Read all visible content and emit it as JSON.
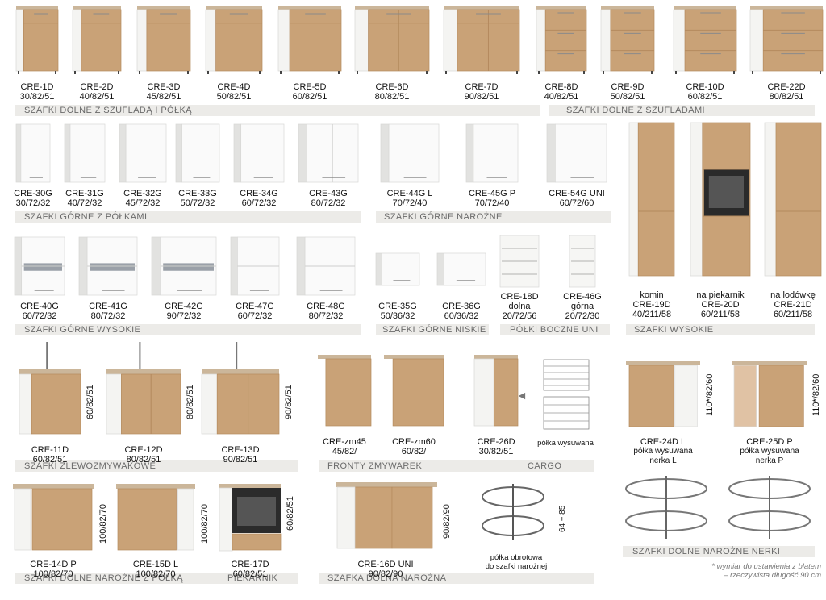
{
  "rows": {
    "r1": [
      {
        "code": "CRE-1D",
        "dims": "30/82/51"
      },
      {
        "code": "CRE-2D",
        "dims": "40/82/51"
      },
      {
        "code": "CRE-3D",
        "dims": "45/82/51"
      },
      {
        "code": "CRE-4D",
        "dims": "50/82/51"
      },
      {
        "code": "CRE-5D",
        "dims": "60/82/51"
      },
      {
        "code": "CRE-6D",
        "dims": "80/82/51"
      },
      {
        "code": "CRE-7D",
        "dims": "90/82/51"
      },
      {
        "code": "CRE-8D",
        "dims": "40/82/51"
      },
      {
        "code": "CRE-9D",
        "dims": "50/82/51"
      },
      {
        "code": "CRE-10D",
        "dims": "60/82/51"
      },
      {
        "code": "CRE-22D",
        "dims": "80/82/51"
      }
    ],
    "r2": [
      {
        "code": "CRE-30G",
        "dims": "30/72/32"
      },
      {
        "code": "CRE-31G",
        "dims": "40/72/32"
      },
      {
        "code": "CRE-32G",
        "dims": "45/72/32"
      },
      {
        "code": "CRE-33G",
        "dims": "50/72/32"
      },
      {
        "code": "CRE-34G",
        "dims": "60/72/32"
      },
      {
        "code": "CRE-43G",
        "dims": "80/72/32"
      },
      {
        "code": "CRE-44G L",
        "dims": "70/72/40"
      },
      {
        "code": "CRE-45G P",
        "dims": "70/72/40"
      },
      {
        "code": "CRE-54G UNI",
        "dims": "60/72/60"
      }
    ],
    "r3": [
      {
        "code": "CRE-40G",
        "dims": "60/72/32"
      },
      {
        "code": "CRE-41G",
        "dims": "80/72/32"
      },
      {
        "code": "CRE-42G",
        "dims": "90/72/32"
      },
      {
        "code": "CRE-47G",
        "dims": "60/72/32"
      },
      {
        "code": "CRE-48G",
        "dims": "80/72/32"
      },
      {
        "code": "CRE-35G",
        "dims": "50/36/32"
      },
      {
        "code": "CRE-36G",
        "dims": "60/36/32"
      }
    ],
    "shelves": [
      {
        "code": "CRE-18D",
        "sub": "dolna",
        "dims": "20/72/56"
      },
      {
        "code": "CRE-46G",
        "sub": "górna",
        "dims": "20/72/30"
      }
    ],
    "tall": [
      {
        "note": "komin",
        "code": "CRE-19D",
        "dims": "40/211/58"
      },
      {
        "note": "na piekarnik",
        "code": "CRE-20D",
        "dims": "60/211/58"
      },
      {
        "note": "na lodówkę",
        "code": "CRE-21D",
        "dims": "60/211/58"
      }
    ],
    "sinks": [
      {
        "code": "CRE-11D",
        "dims": "60/82/51"
      },
      {
        "code": "CRE-12D",
        "dims": "80/82/51"
      },
      {
        "code": "CRE-13D",
        "dims": "90/82/51"
      }
    ],
    "dish": [
      {
        "code": "CRE-zm45",
        "dims": "45/82/"
      },
      {
        "code": "CRE-zm60",
        "dims": "60/82/"
      },
      {
        "code": "CRE-26D",
        "dims": "30/82/51"
      }
    ],
    "cargo_note": "półka wysuwana",
    "corner_big": [
      {
        "code": "CRE-24D L",
        "dims": "110*/82/60",
        "note1": "półka wysuwana",
        "note2": "nerka L"
      },
      {
        "code": "CRE-25D P",
        "dims": "110*/82/60",
        "note1": "półka wysuwana",
        "note2": "nerka P"
      }
    ],
    "bottom": [
      {
        "code": "CRE-14D P",
        "dims": "100/82/70"
      },
      {
        "code": "CRE-15D L",
        "dims": "100/82/70"
      },
      {
        "code": "CRE-17D",
        "dims": "60/82/51"
      }
    ],
    "corner16": {
      "code": "CRE-16D UNI",
      "dims": "90/82/90"
    },
    "carousel": {
      "dim": "64 ÷ 85",
      "note1": "półka obrotowa",
      "note2": "do szafki narożnej"
    }
  },
  "bands": {
    "b1": "SZAFKI DOLNE Z SZUFLADĄ I PÓŁKĄ",
    "b2": "SZAFKI DOLNE Z SZUFLADAMI",
    "b3": "SZAFKI GÓRNE Z PÓŁKAMI",
    "b4": "SZAFKI GÓRNE NAROŻNE",
    "b5": "SZAFKI GÓRNE WYSOKIE",
    "b6": "SZAFKI GÓRNE NISKIE",
    "b7": "PÓŁKI BOCZNE UNI",
    "b8": "SZAFKI WYSOKIE",
    "b9": "SZAFKI ZLEWOZMYWAKOWE",
    "b10": "FRONTY ZMYWAREK",
    "b11": "CARGO",
    "b12": "SZAFKI DOLNE NAROŻNE NERKI",
    "b13": "SZAFKI DOLNE NAROŻNE Z PÓŁKĄ",
    "b14": "PIEKARNIK",
    "b15": "SZAFKA DOLNA NAROŻNA"
  },
  "footnote": {
    "l1": "* wymiar do ustawienia z blatem",
    "l2": "– rzeczywista długość 90 cm"
  },
  "colors": {
    "oak": "#c9a277",
    "oak_dark": "#b48a5e",
    "white": "#f4f4f2",
    "edge": "#d8d8d6",
    "top": "#cbb69a",
    "band": "#ecebe8",
    "band_text": "#6a6a6a"
  }
}
